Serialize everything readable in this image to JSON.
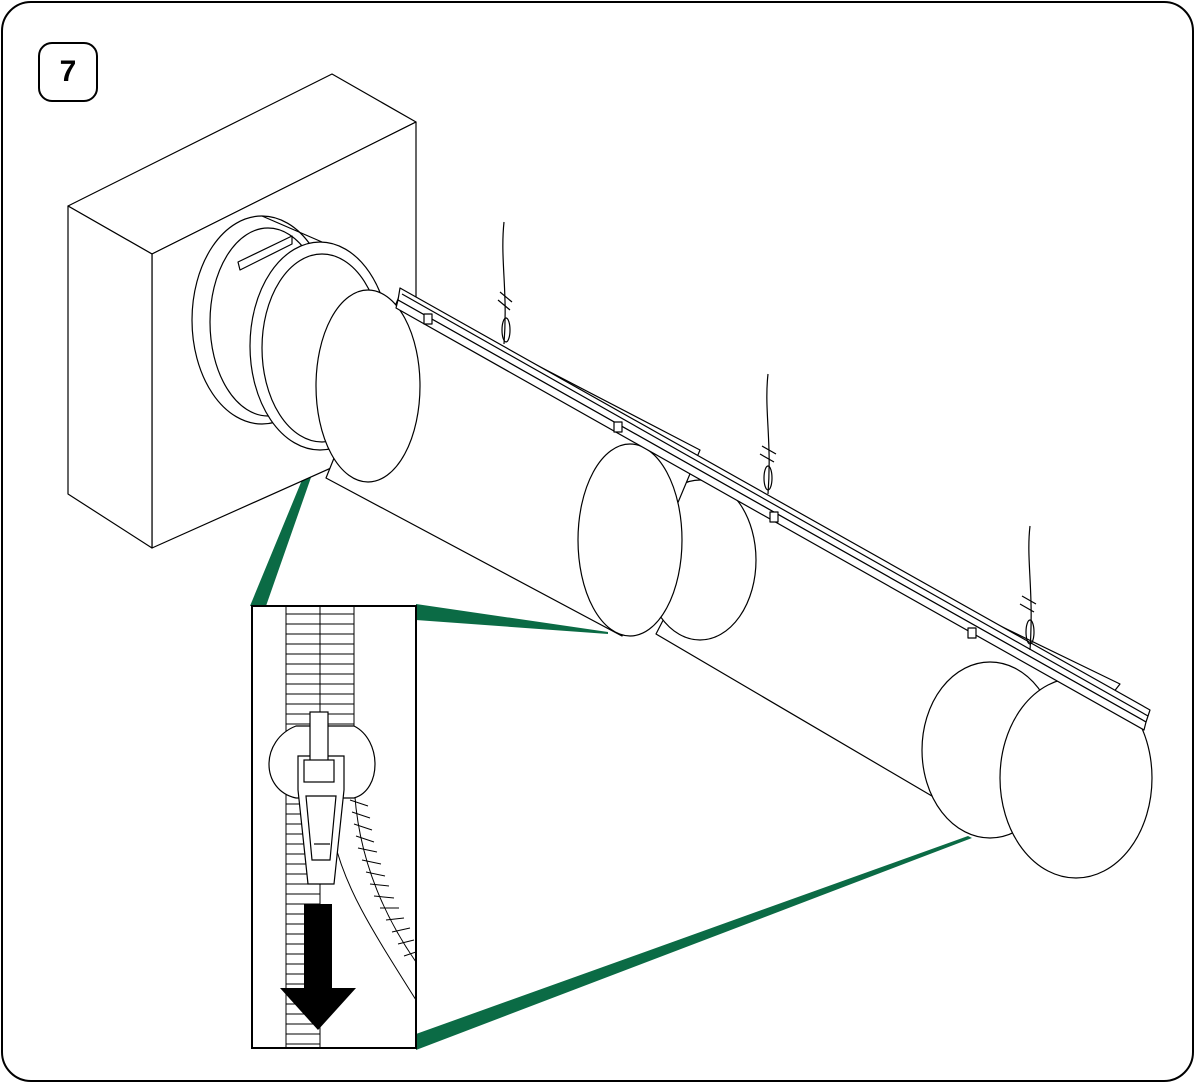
{
  "step": {
    "number": "7"
  },
  "colors": {
    "line": "#000000",
    "accent": "#0b6b45",
    "background": "#ffffff"
  },
  "illustration": {
    "parts": [
      "wall-box",
      "collar-ring",
      "duct-section-1",
      "duct-section-2",
      "suspension-rail",
      "hanger-wire-1",
      "hanger-wire-2",
      "hanger-wire-3",
      "zipper-detail-inset",
      "down-arrow-icon"
    ]
  }
}
